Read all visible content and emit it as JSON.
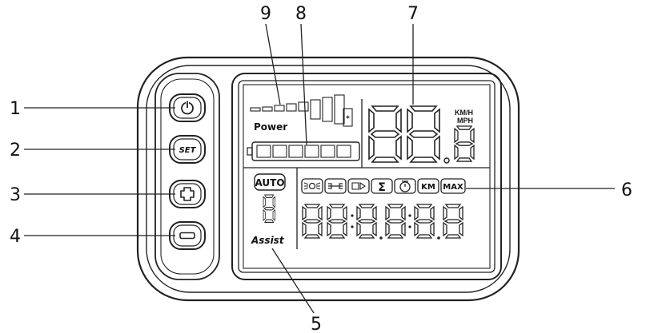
{
  "callouts": {
    "c1": "1",
    "c2": "2",
    "c3": "3",
    "c4": "4",
    "c5": "5",
    "c6": "6",
    "c7": "7",
    "c8": "8",
    "c9": "9"
  },
  "display": {
    "power_label": "Power",
    "speed_unit_km": "KM/H",
    "speed_unit_mph": "MPH",
    "auto_label": "AUTO",
    "assist_label": "Assist",
    "km_icon_label": "KM",
    "max_icon_label": "MAX",
    "sum_icon_label": "Σ"
  },
  "buttons": {
    "set_label": "SET"
  }
}
